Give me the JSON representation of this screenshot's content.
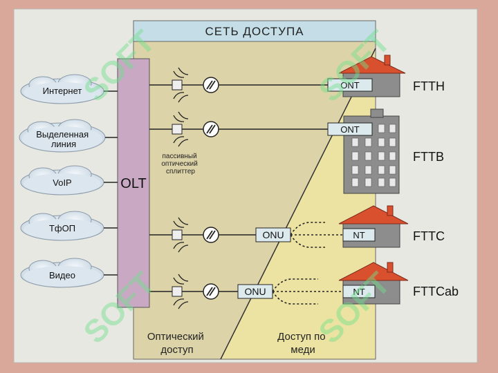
{
  "header": {
    "title": "СЕТЬ ДОСТУПА"
  },
  "services": [
    "Интернет",
    "Выделенная линия",
    "VoIP",
    "ТфОП",
    "Видео"
  ],
  "olt": {
    "label": "OLT"
  },
  "splitter": {
    "caption": [
      "пассивный",
      "оптический",
      "сплиттер"
    ]
  },
  "ont_label": "ONT",
  "onu_label": "ONU",
  "nt_label": "NT",
  "endpoints": [
    "FTTH",
    "FTTB",
    "FTTC",
    "FTTCab"
  ],
  "zones": {
    "optical": [
      "Оптический",
      "доступ"
    ],
    "copper": [
      "Доступ по",
      "меди"
    ]
  },
  "watermark": "SOFT",
  "colors": {
    "page_border": "#d9a89a",
    "panel_bg": "#e8e8e3",
    "header_bg": "#c4dde6",
    "optical_zone": "#ddd3a8",
    "copper_zone": "#ece3a2",
    "olt_bar": "#c9a8c4",
    "cloud_fill": "#dce6ee",
    "box_fill": "#dceaee",
    "roof": "#d9502f",
    "building": "#8d8d8d",
    "watermark": "#6fe08a"
  }
}
